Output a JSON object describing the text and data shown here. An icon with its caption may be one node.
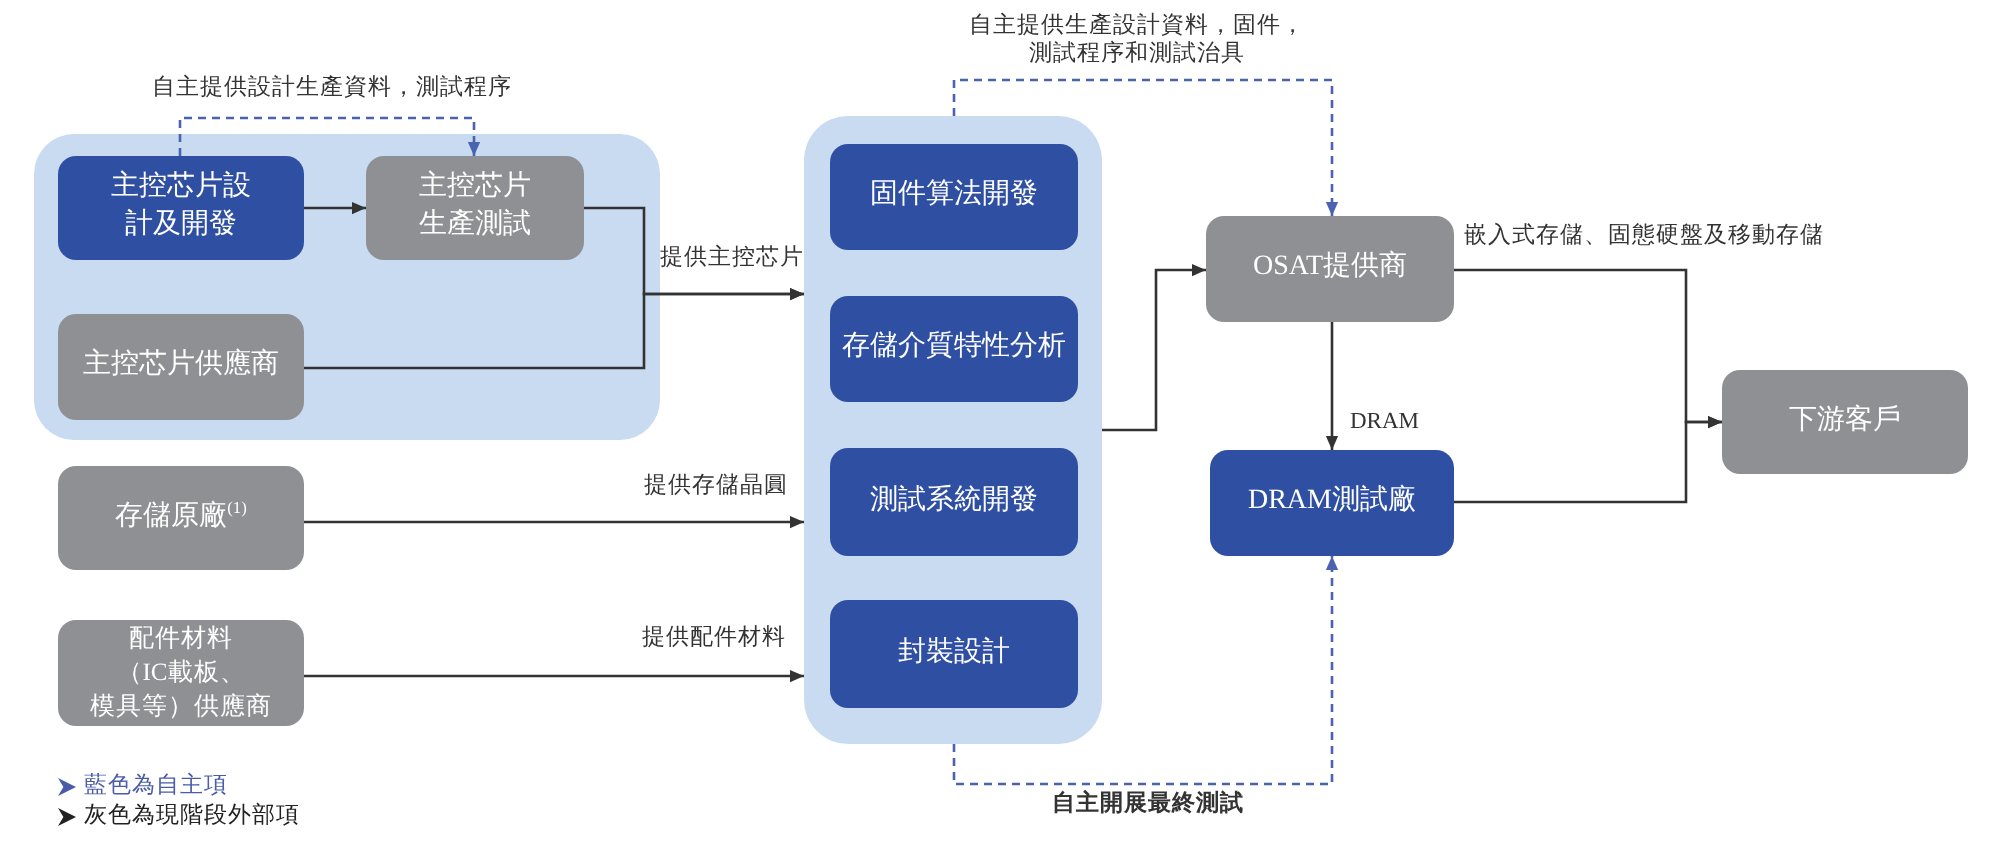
{
  "diagram": {
    "nodes": [
      {
        "text": [],
        "shape": "box"
      },
      {
        "text": [
          "主控芯片設計及開發"
        ],
        "in": 0
      },
      {
        "text": [
          "主控芯片生產測試"
        ],
        "in": 0
      },
      {
        "text": [
          "主控芯片供應商"
        ],
        "in": 0
      },
      {
        "text": [
          "存儲原廠$^{(1)}$"
        ]
      },
      {
        "text": [
          "配件材料（IC載板、模具等）供應商"
        ]
      },
      {
        "text": [],
        "shape": "box"
      },
      {
        "text": [
          "固件算法開發"
        ],
        "in": 6
      },
      {
        "text": [
          "存儲介質特性分析"
        ],
        "in": 6
      },
      {
        "text": [
          "測試系統開發"
        ],
        "in": 6
      },
      {
        "text": [
          "封裝設計"
        ],
        "in": 6
      },
      {
        "text": [
          "OSAT提供商"
        ]
      },
      {
        "text": [
          "DRAM測試廠"
        ]
      },
      {
        "text": [
          "下游客戶"
        ]
      }
    ],
    "edges": [
      {
        "from": 1,
        "to": 2,
        "arrow": "to"
      },
      {
        "from": 1,
        "to": 2,
        "arrow": "to",
        "label": "自主提供設計生產資料，測試程序",
        "style": "dashed",
        "color": "#4a62b0"
      },
      {
        "from": 2,
        "to": 6,
        "arrow": "to",
        "label": "提供主控芯片"
      },
      {
        "from": 3,
        "to": 6,
        "arrow": "to"
      },
      {
        "from": 4,
        "to": 6,
        "arrow": "to",
        "label": "提供存儲晶圓"
      },
      {
        "from": 5,
        "to": 6,
        "arrow": "to",
        "label": "提供配件材料"
      },
      {
        "from": 6,
        "to": 11,
        "arrow": "to"
      },
      {
        "from": 6,
        "to": 11,
        "arrow": "to",
        "label": "自主提供生產設計資料，固件，測試程序和測試治具",
        "style": "dashed",
        "color": "#4a62b0"
      },
      {
        "from": 11,
        "to": 12,
        "arrow": "to",
        "label": "DRAM"
      },
      {
        "from": 6,
        "to": 12,
        "arrow": "to",
        "label": "自主開展最終測試",
        "style": "dashed",
        "color": "#4a62b0"
      },
      {
        "from": 11,
        "to": 13,
        "arrow": "to",
        "label": "嵌入式存儲、固態硬盤及移動存儲"
      },
      {
        "from": 12,
        "to": 13,
        "arrow": "to"
      }
    ],
    "legend": [
      {
        "text": "藍色為自主項"
      },
      {
        "text": "灰色為現階段外部項"
      }
    ]
  }
}
